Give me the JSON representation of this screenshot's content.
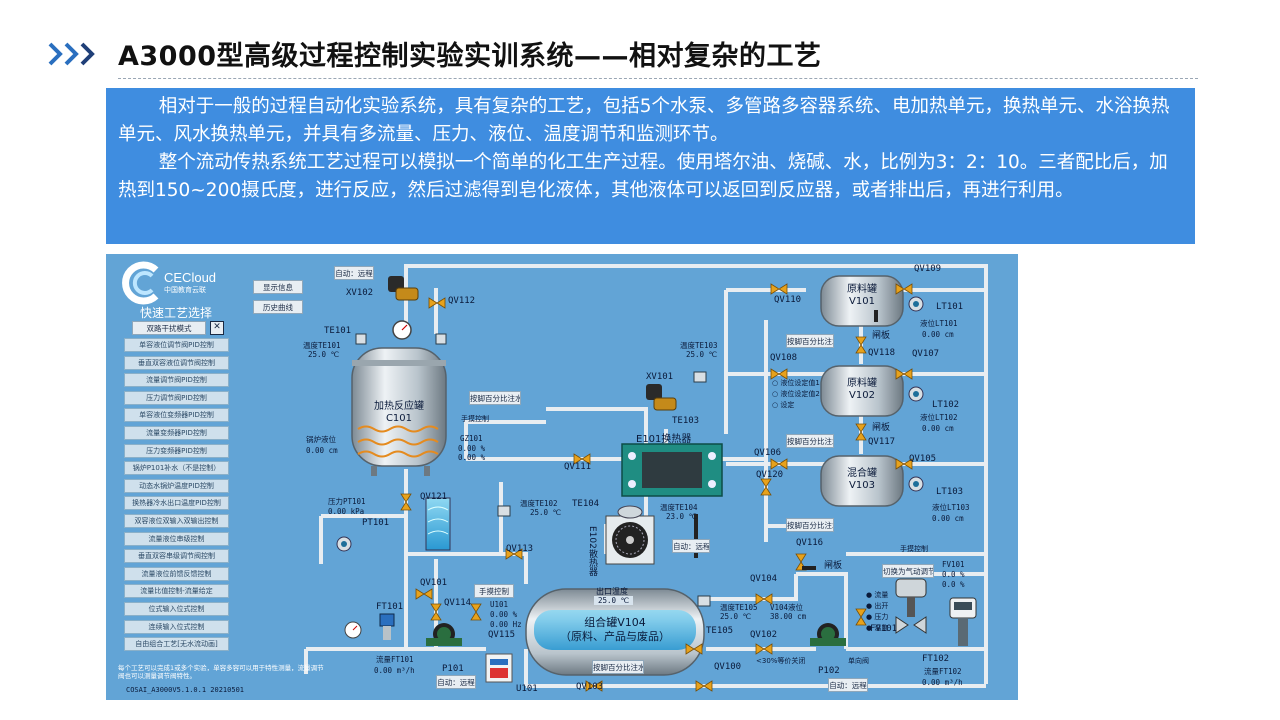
{
  "header": {
    "title": "A3000型高级过程控制实验实训系统——相对复杂的工艺"
  },
  "description": {
    "para1": "相对于一般的过程自动化实验系统，具有复杂的工艺，包括5个水泵、多管路多容器系统、电加热单元，换热单元、水浴换热单元、风水换热单元，并具有多流量、压力、液位、温度调节和监测环节。",
    "para2": "整个流动传热系统工艺过程可以模拟一个简单的化工生产过程。使用塔尔油、烧碱、水，比例为3：2：10。三者配比后，加热到150~200摄氏度，进行反应，然后过滤得到皂化液体，其他液体可以返回到反应器，或者排出后，再进行利用。"
  },
  "scada": {
    "logo_text": "CECloud",
    "logo_sub": "中国教育云联",
    "display_info": "显示信息",
    "history_curve": "历史曲线",
    "quick_select_title": "快速工艺选择",
    "mode_select": "双路干扰模式",
    "menu": [
      "单容液位调节阀PID控制",
      "垂直双容液位调节阀控制",
      "流量调节阀PID控制",
      "压力调节阀PID控制",
      "单容液位变频器PID控制",
      "流量变频器PID控制",
      "压力变频器PID控制",
      "锅炉P101补水（不是控制）",
      "动态水锅炉温度PID控制",
      "换热器冷水出口温度PID控制",
      "双容液位双输入双输出控制",
      "流量液位串级控制",
      "垂直双容串级调节阀控制",
      "流量液位前馈反馈控制",
      "流量比值控制-流量给定",
      "位式输入位式控制",
      "连续输入位式控制",
      "自由组合工艺[无水流动画]"
    ],
    "note": "每个工艺可以完成1或多个实验，单容多容可以用于特性测量，流量调节阀也可以测量调节阀特性。",
    "version": "COSAI_A3000V5.1.0.1 20210501",
    "mode_auto_remote": "自动：远程",
    "manual_control": "手摸控制",
    "manual_control2": "手摸控制",
    "pulse_btn": "按脚百分比注水",
    "switch_label": "切换为气动调节阀",
    "tank_c101": {
      "name": "加热反应罐",
      "code": "C101"
    },
    "tank_v101": {
      "name": "原料罐",
      "code": "V101"
    },
    "tank_v102": {
      "name": "原料罐",
      "code": "V102"
    },
    "tank_v103": {
      "name": "混合罐",
      "code": "V103"
    },
    "tank_v104": {
      "name": "组合罐V104",
      "sub": "（原料、产品与废品）"
    },
    "exchanger": "E101换热器",
    "radiator": "E102散热器",
    "outlet_temp_label": "出口温度",
    "outlet_temp_value": "25.0 ℃",
    "gate1": "闸板",
    "gate2": "闸板",
    "gate3": "闸板",
    "valve_pct": "<30%等价关闭",
    "single_valve": "单向阀",
    "radio_opts": [
      "液位设定值1",
      "液位设定值2",
      "设定"
    ],
    "fv_options": [
      "流量",
      "出开",
      "压力",
      "温度"
    ],
    "readings": {
      "te101_label": "温度TE101",
      "te101": "25.0 ℃",
      "te103_label": "温度TE103",
      "te103": "25.0 ℃",
      "te102_label": "温度TE102",
      "te102": "25.0 ℃",
      "te104_label": "温度TE104",
      "te104": "23.0 ℃",
      "te105_label": "温度TE105",
      "te105": "25.0 ℃",
      "pt101_label": "压力PT101",
      "pt101": "0.00 kPa",
      "gz101": "GZ101",
      "gz101_v1": "0.00 %",
      "gz101_v2": "0.00 %",
      "boiler_level_label": "锅炉液位",
      "boiler_level": "0.00 cm",
      "lt101_label": "液位LT101",
      "lt101": "0.00 cm",
      "lt102_label": "液位LT102",
      "lt102": "0.00 cm",
      "lt103_label": "液位LT103",
      "lt103": "0.00 cm",
      "v104_level_label": "V104液位",
      "v104_level": "38.00 cm",
      "u101": "U101",
      "u101_v1": "0.00 %",
      "u101_v2": "0.00 Hz",
      "fv101": "FV101",
      "fv101_v1": "0.0 %",
      "fv101_v2": "0.0 %",
      "ft101_label": "流量FT101",
      "ft101": "0.00 m³/h",
      "ft102_label": "流量FT102",
      "ft102": "0.00 m³/h"
    },
    "tags": {
      "xv102": "XV102",
      "qv112": "QV112",
      "te101": "TE101",
      "qv109": "QV109",
      "qv110": "QV110",
      "lt101": "LT101",
      "qv118": "QV118",
      "qv108": "QV108",
      "qv107": "QV107",
      "xv101": "XV101",
      "te103": "TE103",
      "lt102": "LT102",
      "qv117": "QV117",
      "qv106": "QV106",
      "qv105": "QV105",
      "qv111": "QV111",
      "qv120": "QV120",
      "te104": "TE104",
      "lt103": "LT103",
      "qv121": "QV121",
      "pt101": "PT101",
      "qv113": "QV113",
      "qv116": "QV116",
      "qv101": "QV101",
      "qv114": "QV114",
      "qv115": "QV115",
      "ft101": "FT101",
      "p101": "P101",
      "u101": "U101",
      "qv103": "QV103",
      "qv104": "QV104",
      "te105": "TE105",
      "qv102": "QV102",
      "qv100": "QV100",
      "p102": "P102",
      "fv101": "FV101",
      "ft102": "FT102"
    }
  },
  "colors": {
    "accent": "#3f8de0",
    "scada_bg": "#62a4d6",
    "pipe": "#e9eef2",
    "valve": "#e7a21c",
    "pump": "#2a6e3f"
  }
}
